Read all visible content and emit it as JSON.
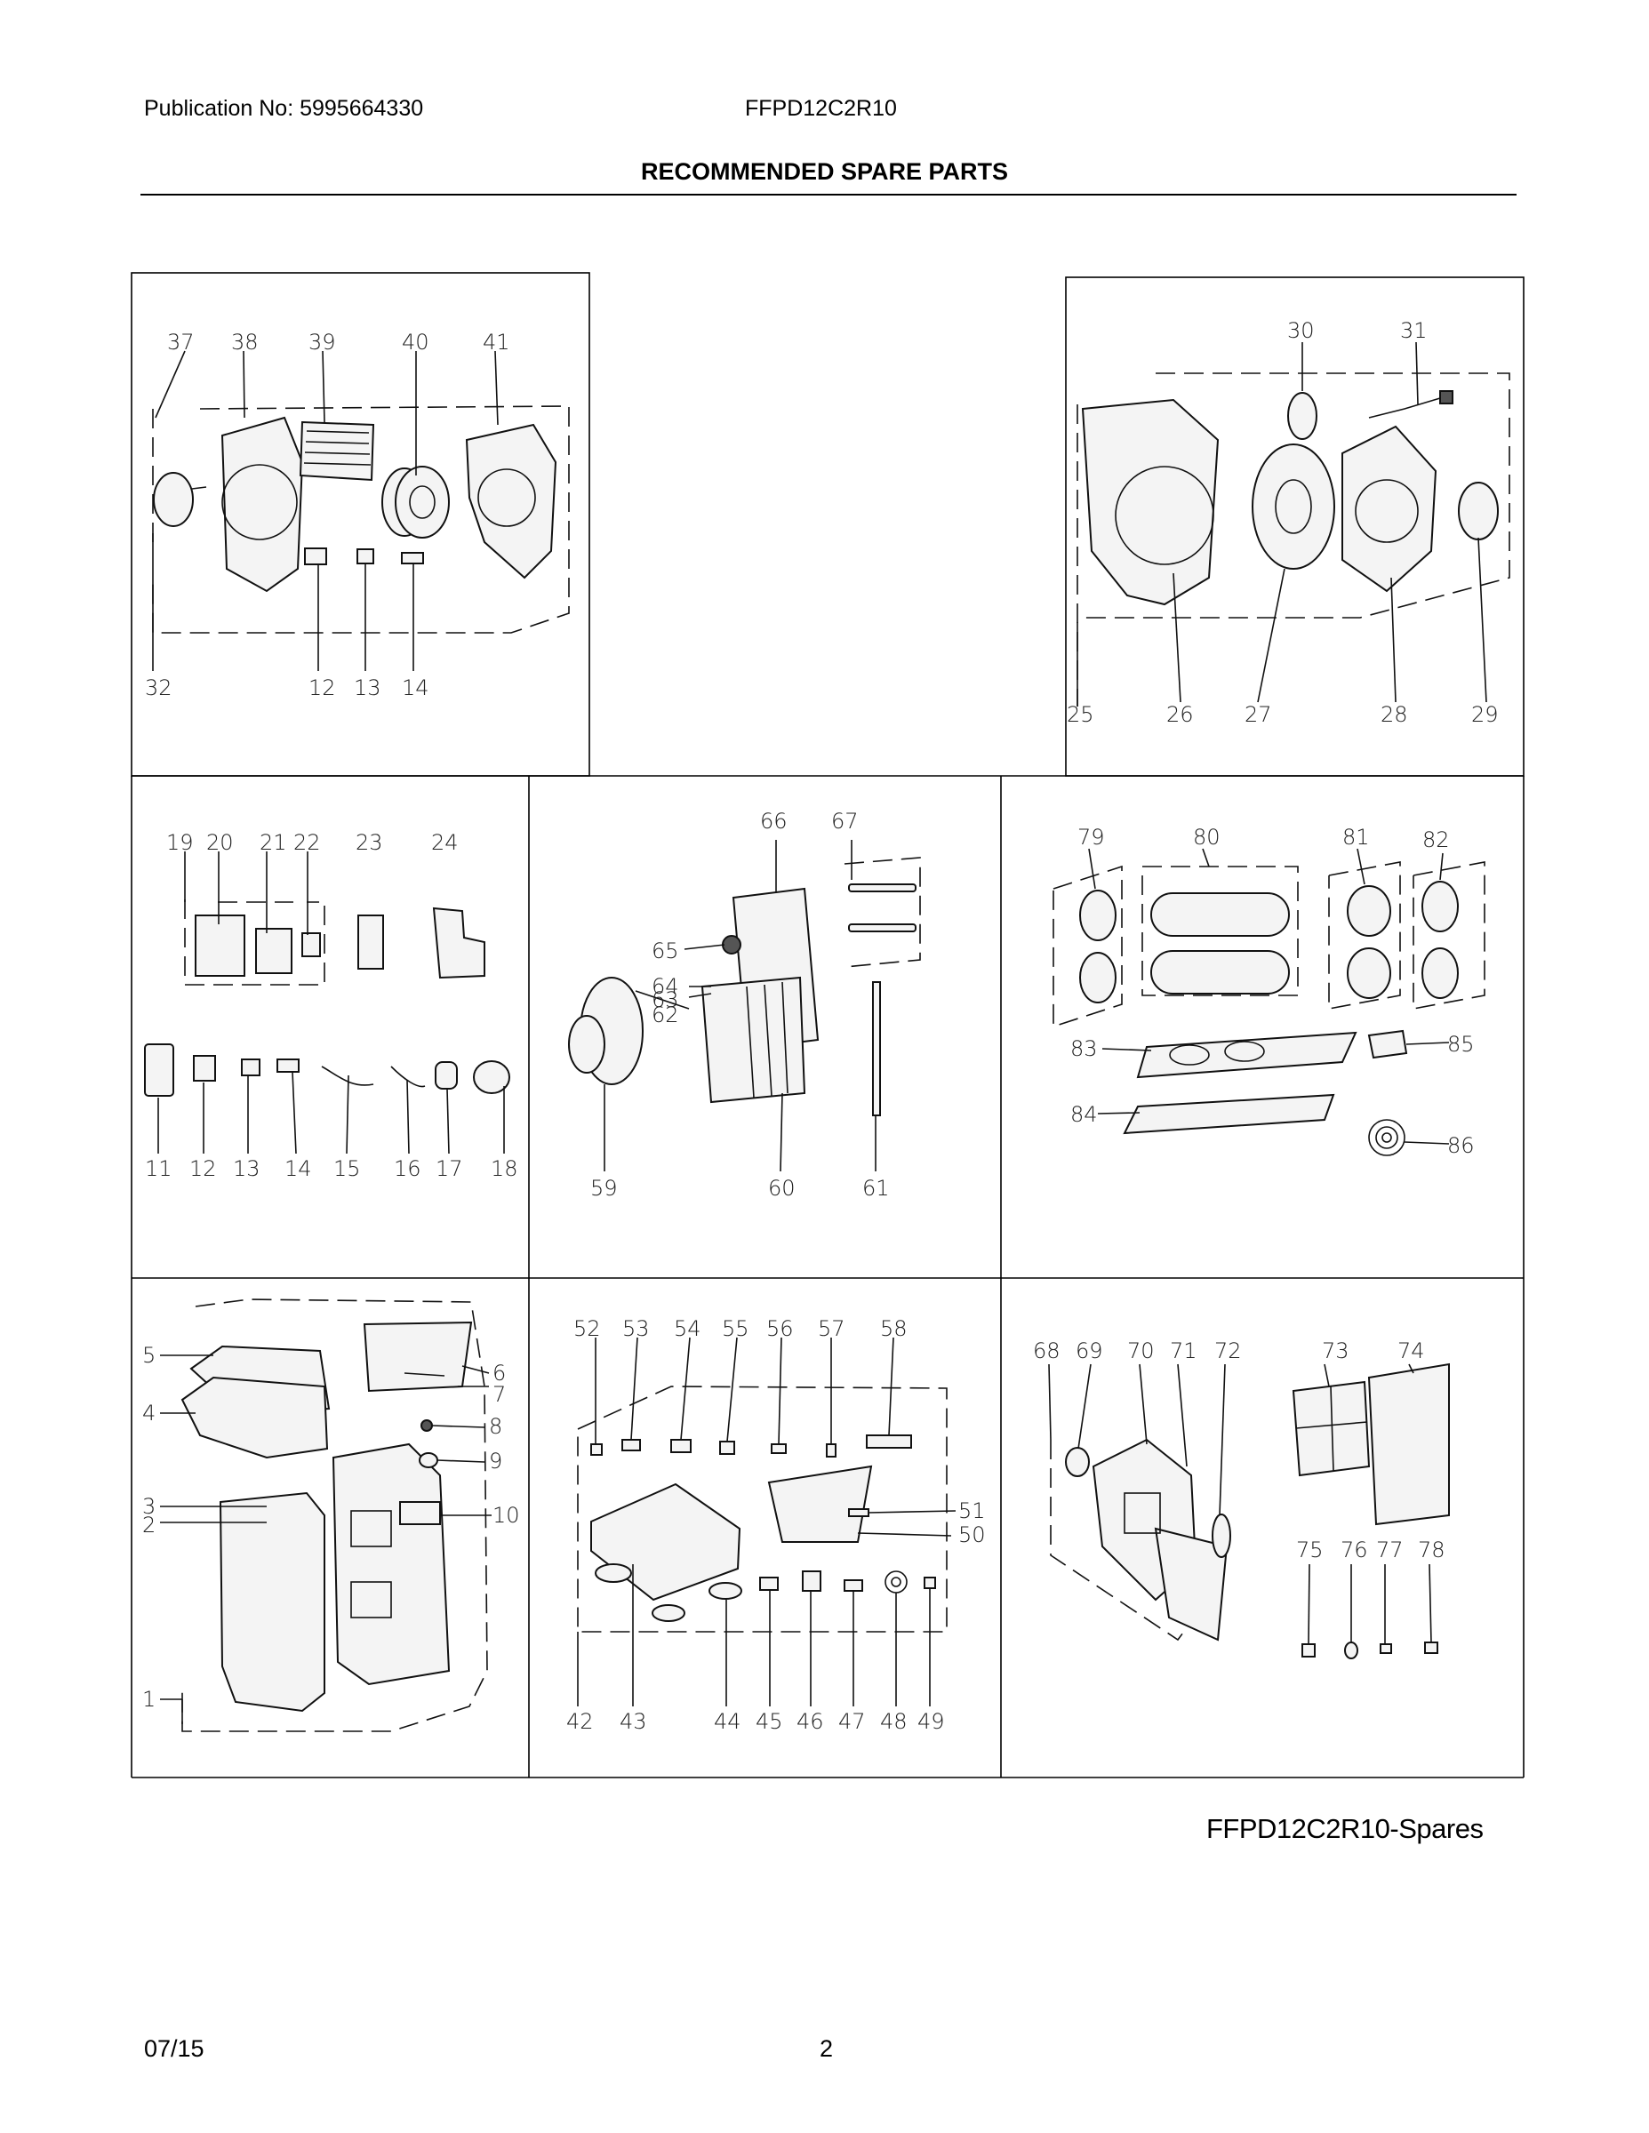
{
  "header": {
    "publication": "Publication No: 5995664330",
    "model": "FFPD12C2R10",
    "title": "RECOMMENDED SPARE PARTS"
  },
  "footer": {
    "caption": "FFPD12C2R10-Spares",
    "date": "07/15",
    "page": "2"
  },
  "panels": {
    "p1": [
      "37",
      "38",
      "39",
      "40",
      "41",
      "32",
      "12",
      "13",
      "14"
    ],
    "p2": [
      "30",
      "31",
      "25",
      "26",
      "27",
      "28",
      "29"
    ],
    "p3": [
      "19",
      "20",
      "21",
      "22",
      "23",
      "24",
      "11",
      "12",
      "13",
      "14",
      "15",
      "16",
      "17",
      "18"
    ],
    "p4": [
      "66",
      "67",
      "65",
      "64",
      "63",
      "62",
      "59",
      "60",
      "61"
    ],
    "p5": [
      "79",
      "80",
      "81",
      "82",
      "83",
      "85",
      "84",
      "86"
    ],
    "p6": [
      "5",
      "6",
      "7",
      "4",
      "8",
      "9",
      "3",
      "2",
      "10",
      "1"
    ],
    "p7": [
      "52",
      "53",
      "54",
      "55",
      "56",
      "57",
      "58",
      "51",
      "50",
      "42",
      "43",
      "44",
      "45",
      "46",
      "47",
      "48",
      "49"
    ],
    "p8": [
      "68",
      "69",
      "70",
      "71",
      "72",
      "73",
      "74",
      "75",
      "76",
      "77",
      "78"
    ]
  }
}
